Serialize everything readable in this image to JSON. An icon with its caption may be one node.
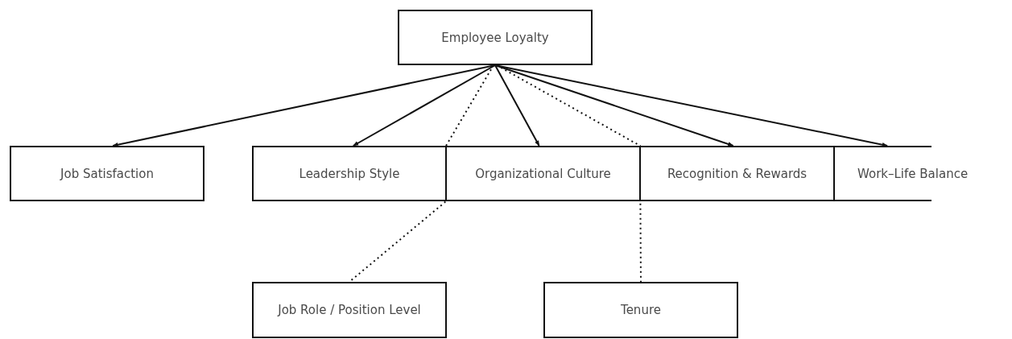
{
  "diagram": {
    "nodes": [
      {
        "text": [
          "Employee Loyalty"
        ]
      },
      {
        "text": [
          "Job Satisfaction"
        ]
      },
      {
        "text": [
          "Leadership Style"
        ]
      },
      {
        "text": [
          "Organizational Culture"
        ]
      },
      {
        "text": [
          "Recognition & Rewards"
        ]
      },
      {
        "text": [
          "Work–Life Balance"
        ]
      },
      {
        "text": [
          "Job Role / Position Level"
        ]
      },
      {
        "text": [
          "Tenure"
        ]
      }
    ],
    "edges": [
      {
        "from": 0,
        "to": 1,
        "arrow": "to"
      },
      {
        "from": 0,
        "to": 2,
        "arrow": "to"
      },
      {
        "from": 0,
        "to": 3,
        "arrow": "to"
      },
      {
        "from": 0,
        "to": 4,
        "arrow": "to"
      },
      {
        "from": 0,
        "to": 5,
        "arrow": "to"
      },
      {
        "from": 0,
        "to": 6,
        "arrow": "none",
        "style": "dashed"
      },
      {
        "from": 0,
        "to": 7,
        "arrow": "none",
        "style": "dashed"
      }
    ]
  }
}
